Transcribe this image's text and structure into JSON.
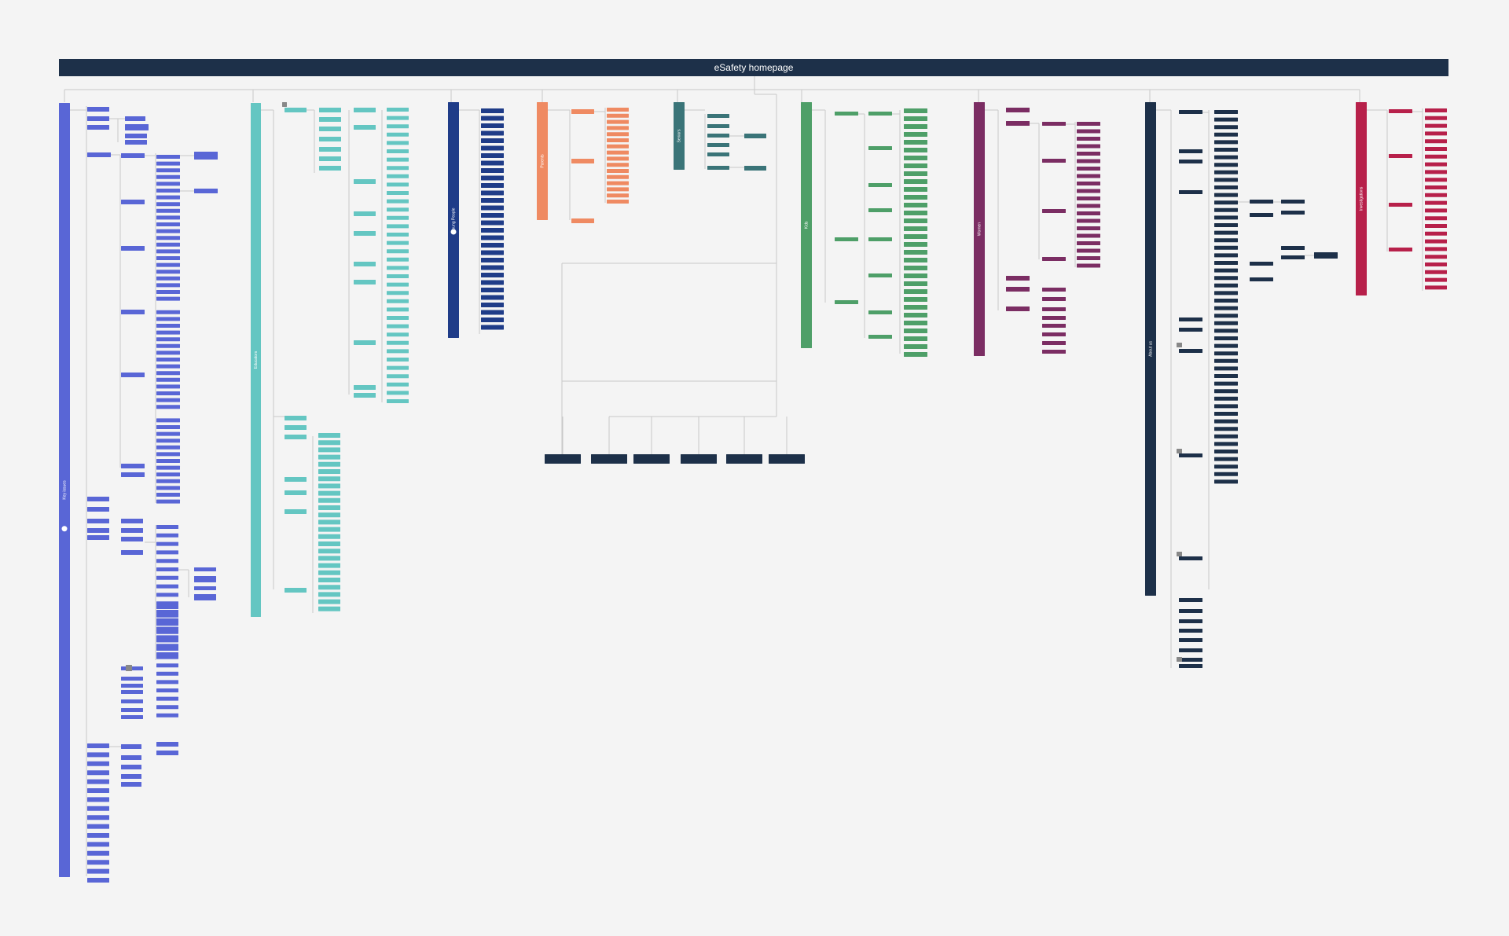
{
  "title": "eSafety homepage",
  "colors": {
    "background": "#f4f4f4",
    "header": "#1d3049",
    "connector": "#c9c9c9",
    "key_issues": "#5966d6",
    "educators": "#64c6c2",
    "young_people": "#1f3c88",
    "parents": "#ef8a62",
    "seniors": "#3a7478",
    "kids": "#4e9f68",
    "women": "#7b2d63",
    "about_us": "#1d3049",
    "investigations": "#b7204a"
  },
  "sections": [
    {
      "key": "key_issues",
      "label": "Key issues",
      "color": "#5966d6"
    },
    {
      "key": "educators",
      "label": "Educators",
      "color": "#64c6c2"
    },
    {
      "key": "young_people",
      "label": "Young People",
      "color": "#1f3c88"
    },
    {
      "key": "parents",
      "label": "Parents",
      "color": "#ef8a62"
    },
    {
      "key": "seniors",
      "label": "Seniors",
      "color": "#3a7478"
    },
    {
      "key": "kids",
      "label": "Kids",
      "color": "#4e9f68"
    },
    {
      "key": "women",
      "label": "Women",
      "color": "#7b2d63"
    },
    {
      "key": "about_us",
      "label": "About us",
      "color": "#1d3049"
    },
    {
      "key": "investigations",
      "label": "Investigations",
      "color": "#b7204a"
    }
  ]
}
